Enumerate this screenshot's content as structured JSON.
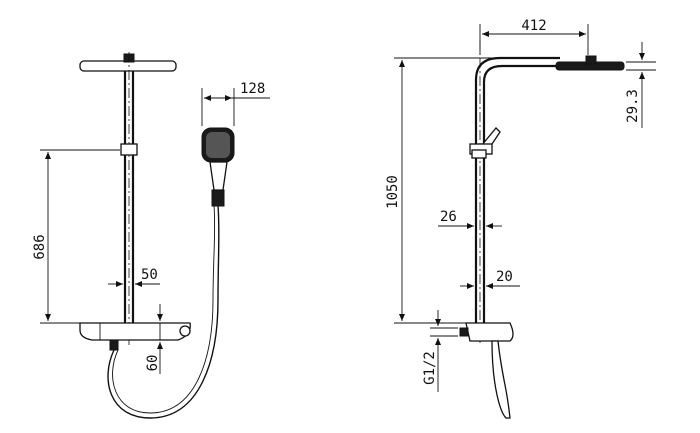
{
  "drawing": {
    "front_view": {
      "dim_height_bar": "686",
      "dim_rail_width": "50",
      "dim_shelf_height": "60",
      "dim_handshower_width": "128"
    },
    "side_view": {
      "dim_arm_reach": "412",
      "dim_overall_height": "1050",
      "dim_head_thickness": "29.3",
      "dim_upper_tube": "26",
      "dim_lower_tube": "20",
      "dim_inlet_thread": "G1/2"
    }
  }
}
